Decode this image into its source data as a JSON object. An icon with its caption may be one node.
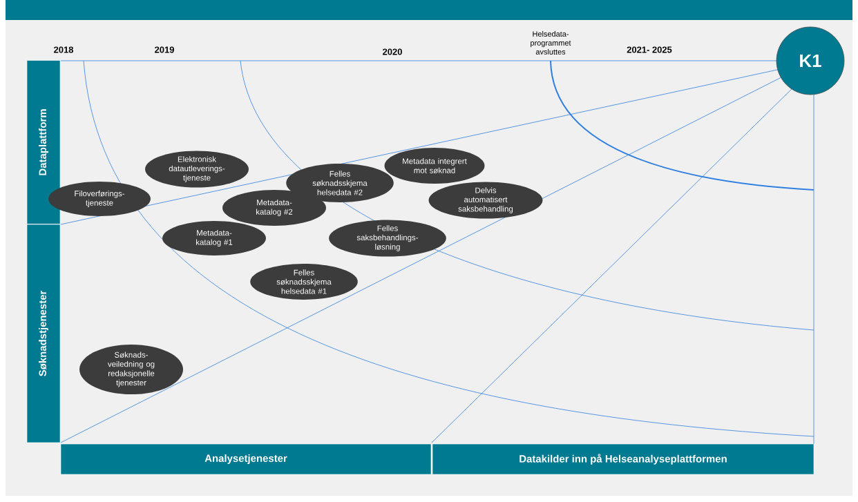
{
  "diagram": {
    "nodes": [
      {
        "text": [
          "Dataplattform"
        ]
      },
      {
        "text": [
          "Søknadstjenester"
        ]
      },
      {
        "text": [
          "Analysetjenester"
        ]
      },
      {
        "text": [
          "Datakilder inn på Helseanalyseplattformen"
        ]
      },
      {
        "text": [
          "K1"
        ]
      },
      {
        "text": [
          "Filoverførings- tjeneste"
        ]
      },
      {
        "text": [
          "Elektronisk datautleverings- tjeneste"
        ]
      },
      {
        "text": [
          "Metadata- katalog #2"
        ]
      },
      {
        "text": [
          "Metadata- katalog #1"
        ]
      },
      {
        "text": [
          "Felles søknadsskjema helsedata #2"
        ]
      },
      {
        "text": [
          "Metadata integrert mot søknad"
        ]
      },
      {
        "text": [
          "Delvis automatisert saksbehandling"
        ]
      },
      {
        "text": [
          "Felles saksbehandlings- løsning"
        ]
      },
      {
        "text": [
          "Felles søknadsskjema helsedata #1"
        ]
      },
      {
        "text": [
          "Søknads- veiledning og redaksjonelle tjenester"
        ]
      }
    ],
    "labels": [
      "2018",
      "2019",
      "2020",
      "Helsedata- programmet avsluttes",
      "2021- 2025"
    ]
  }
}
